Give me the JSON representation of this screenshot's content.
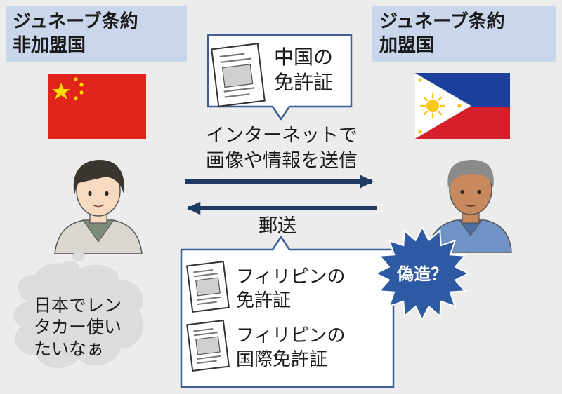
{
  "left_country": {
    "header_line1": "ジュネーブ条約",
    "header_line2": "非加盟国"
  },
  "right_country": {
    "header_line1": "ジュネーブ条約",
    "header_line2": "加盟国"
  },
  "top_callout": {
    "line1": "中国の",
    "line2": "免許証"
  },
  "internet_label": {
    "line1": "インターネットで",
    "line2": "画像や情報を送信"
  },
  "mail_label": "郵送",
  "bottom_callout": {
    "doc1_line1": "フィリピンの",
    "doc1_line2": "免許証",
    "doc2_line1": "フィリピンの",
    "doc2_line2": "国際免許証"
  },
  "forgery_badge": "偽造？",
  "thought_bubble": {
    "line1": "日本でレン",
    "line2": "タカー使い",
    "line3": "たいなぁ"
  },
  "colors": {
    "header_bg": "#c9d6ec",
    "arrow": "#1f3a63",
    "callout_border": "#3e5f99",
    "badge": "#2d5aa3",
    "china_red": "#e0241b",
    "china_star": "#ffde00",
    "ph_blue": "#1b3f9a",
    "ph_red": "#d5202b",
    "ph_sun": "#f9c81a"
  }
}
